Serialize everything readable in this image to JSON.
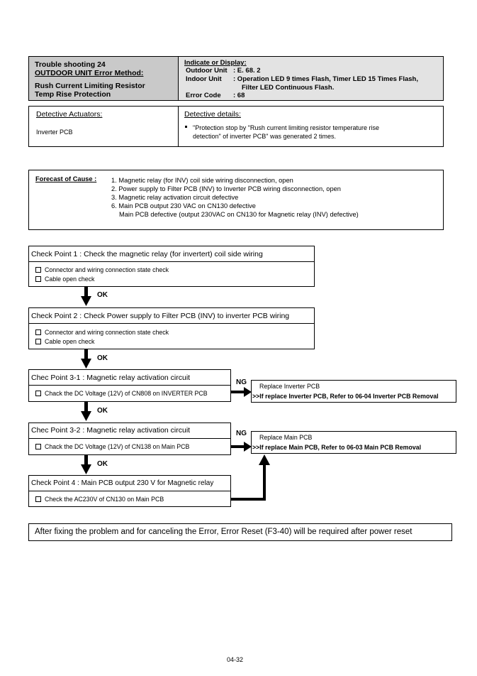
{
  "header": {
    "title": "Trouble shooting  24",
    "method": "OUTDOOR UNIT Error Method:",
    "name_line1": "Rush Current Limiting Resistor",
    "name_line2": "Temp Rise Protection",
    "indicate_heading": "Indicate or Display:",
    "outdoor_label": "Outdoor Unit",
    "outdoor_value": ":  E. 68. 2",
    "indoor_label": "Indoor Unit",
    "indoor_value_1": ":  Operation LED 9 times Flash, Timer LED 15 Times Flash,",
    "indoor_value_2": "Filter LED Continuous Flash.",
    "error_label": "Error Code",
    "error_value": ":  68"
  },
  "detective": {
    "actuators_heading": "Detective Actuators:",
    "actuator": "Inverter PCB",
    "details_heading": "Detective details:",
    "detail_line1": "\"Protection stop by \"Rush current limiting resistor temperature rise",
    "detail_line2": "detection\" of inverter PCB\" was generated 2 times."
  },
  "forecast": {
    "heading": "Forecast of Cause :",
    "causes": [
      "1. Magnetic relay (for INV) coil side wiring disconnection, open",
      "2. Power supply to Filter PCB (INV) to Inverter PCB wiring disconnection, open",
      "3. Magnetic relay activation circuit defective",
      "6. Main PCB output 230 VAC on CN130 defective",
      "Main PCB defective (output 230VAC on CN130 for Magnetic relay (INV) defective)"
    ]
  },
  "checkpoints": {
    "cp1_title": "Check Point 1 : Check the magnetic relay (for invertert) coil side wiring",
    "cp1_item1": "Connector and wiring connection state check",
    "cp1_item2": "Cable open check",
    "cp2_title": "Check Point 2 : Check Power supply to Filter PCB (INV) to inverter PCB wiring",
    "cp2_item1": "Connector and wiring connection state check",
    "cp2_item2": "Cable open check",
    "cp31_title": "Chec Point 3-1 : Magnetic relay activation circuit",
    "cp31_item": "Chack the DC Voltage (12V)  of  CN808  on INVERTER PCB",
    "cp32_title": "Chec Point 3-2 : Magnetic relay activation circuit",
    "cp32_item": "Chack the DC Voltage (12V)  of  CN138 on Main PCB",
    "cp4_title": "Check Point 4 : Main PCB output 230 V for Magnetic relay",
    "cp4_item": "Check the AC230V of CN130 on Main PCB",
    "ok": "OK",
    "ng": "NG"
  },
  "actions": {
    "a1_line1": "Replace Inverter PCB",
    "a1_line2": ">>If replace Inverter PCB, Refer to 06-04 Inverter PCB Removal",
    "a2_line1": "Replace Main PCB",
    "a2_line2": ">>If replace Main PCB, Refer to 06-03 Main PCB Removal"
  },
  "footer_note": "After fixing the problem and for canceling the Error, Error Reset (F3-40) will be required after power reset",
  "page_number": "04-32"
}
